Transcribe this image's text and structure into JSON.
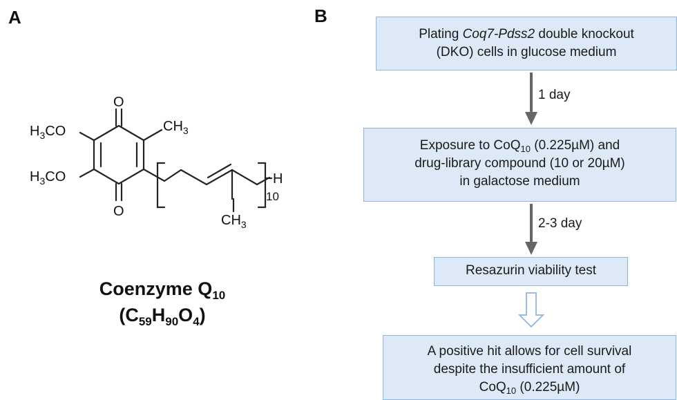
{
  "panels": {
    "a_label": "A",
    "b_label": "B"
  },
  "molecule": {
    "o_top": "O",
    "o_bottom": "O",
    "methoxy_1_pre": "H",
    "methoxy_1_sub": "3",
    "methoxy_1_post": "CO",
    "methoxy_2_pre": "H",
    "methoxy_2_sub": "3",
    "methoxy_2_post": "CO",
    "methyl_ring_pre": "CH",
    "methyl_ring_sub": "3",
    "methyl_chain_pre": "CH",
    "methyl_chain_sub": "3",
    "terminal_h": "H",
    "repeat_count": "10"
  },
  "compound": {
    "name_main": "Coenzyme Q",
    "name_sub": "10",
    "formula_c": "(C",
    "formula_c_sub": "59",
    "formula_h": "H",
    "formula_h_sub": "90",
    "formula_o": "O",
    "formula_o_sub": "4",
    "formula_close": ")"
  },
  "flowchart": {
    "step1_pre": "Plating ",
    "step1_italic": "Coq7-Pdss2",
    "step1_post": " double knockout",
    "step1_line2": "(DKO) cells in glucose medium",
    "arrow1_label": "1 day",
    "step2_pre": "Exposure to CoQ",
    "step2_sub": "10",
    "step2_post": " (0.225µM) and",
    "step2_line2": "drug-library compound (10 or 20µM)",
    "step2_line3": "in galactose medium",
    "arrow2_label": "2-3 day",
    "step3": "Resazurin viability test",
    "step4_line1": "A positive hit allows for cell survival",
    "step4_line2": "despite the insufficient amount of",
    "step4_pre": "CoQ",
    "step4_sub": "10",
    "step4_post": " (0.225µM)"
  },
  "colors": {
    "box_fill": "#dde9f6",
    "box_border": "#8fb4de",
    "arrow_gray": "#666666",
    "hollow_arrow_stroke": "#8fb4de"
  }
}
